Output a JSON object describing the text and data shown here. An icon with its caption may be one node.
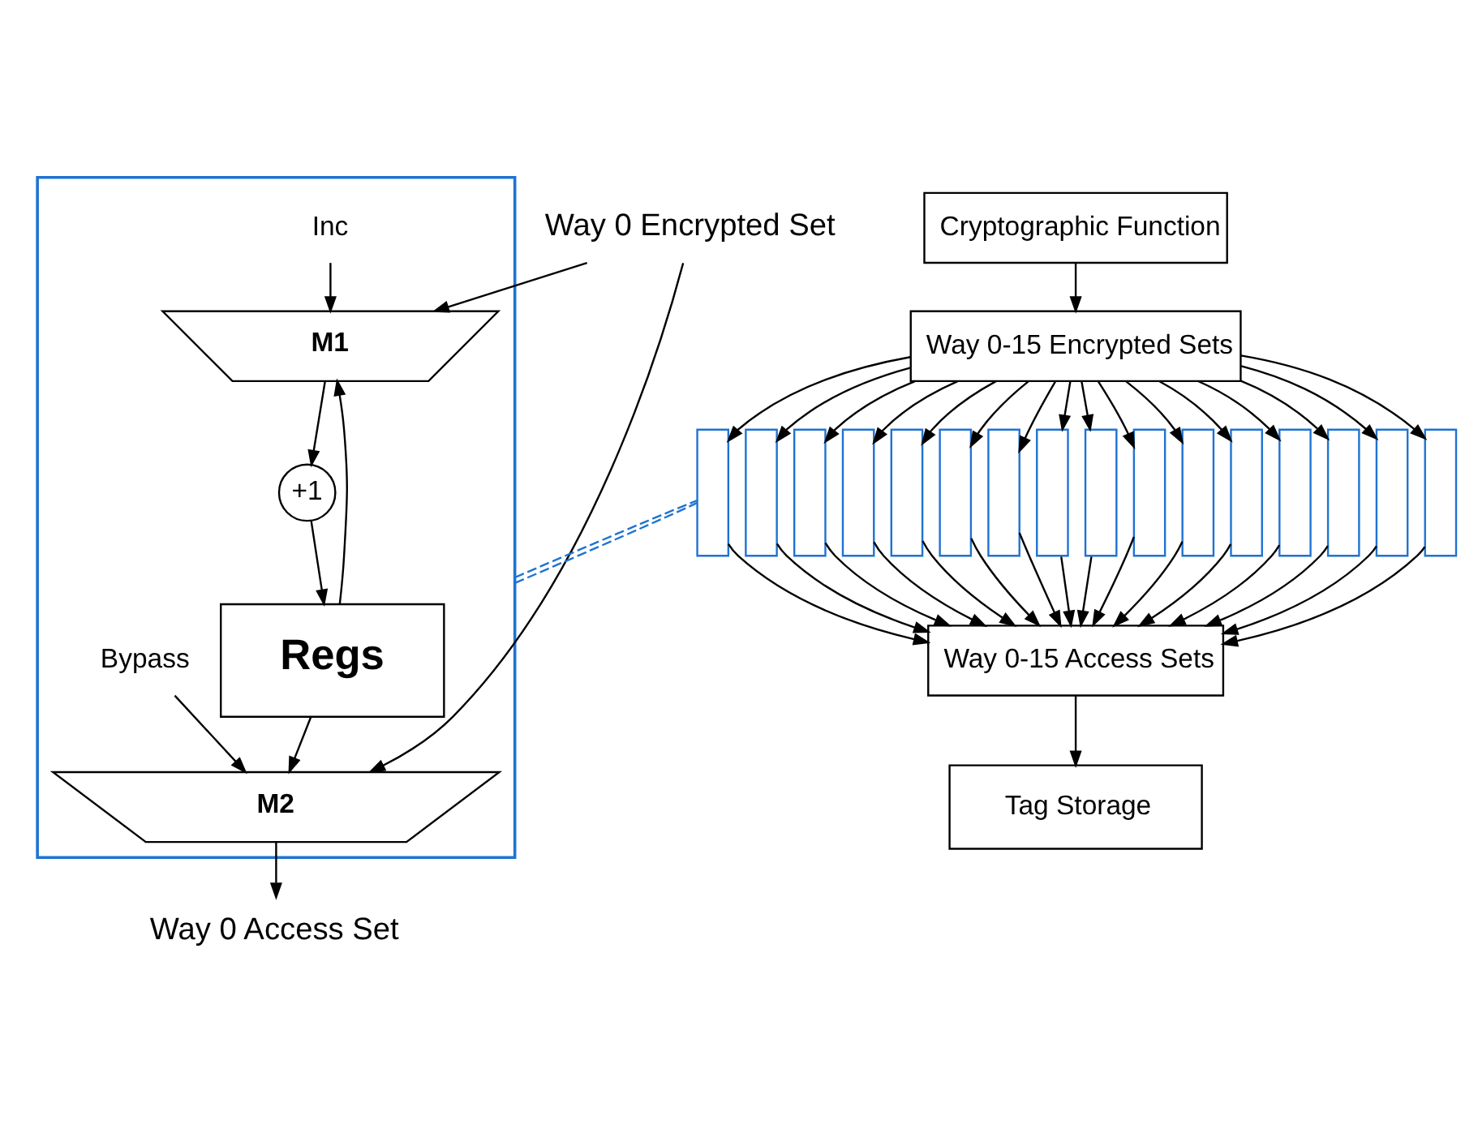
{
  "diagram": {
    "nodes": [
      {
        "text": [
          "Way 0 Encrypted Set"
        ]
      },
      {
        "text": [],
        "shape": "box"
      },
      {
        "text": [
          "M1"
        ],
        "in": 1
      },
      {
        "text": [
          "Inc"
        ],
        "in": 1
      },
      {
        "text": [
          "+1"
        ],
        "in": 1
      },
      {
        "text": [
          "Regs"
        ],
        "in": 1
      },
      {
        "text": [
          "M2"
        ],
        "in": 1
      },
      {
        "text": [
          "Bypass"
        ],
        "in": 1
      },
      {
        "text": [
          "Way 0 Access Set"
        ]
      },
      {
        "text": [
          "Cryptographic Function"
        ]
      },
      {
        "text": [
          "Way 0-15 Encrypted Sets"
        ]
      },
      {
        "text": [],
        "shape": "box"
      },
      {
        "text": [],
        "shape": "box"
      },
      {
        "text": [],
        "shape": "box"
      },
      {
        "text": [],
        "shape": "box"
      },
      {
        "text": [],
        "shape": "box"
      },
      {
        "text": [],
        "shape": "box"
      },
      {
        "text": [],
        "shape": "box"
      },
      {
        "text": [],
        "shape": "box"
      },
      {
        "text": [],
        "shape": "box"
      },
      {
        "text": [],
        "shape": "box"
      },
      {
        "text": [],
        "shape": "box"
      },
      {
        "text": [],
        "shape": "box"
      },
      {
        "text": [],
        "shape": "box"
      },
      {
        "text": [],
        "shape": "box"
      },
      {
        "text": [],
        "shape": "box"
      },
      {
        "text": [],
        "shape": "box"
      },
      {
        "text": [
          "Way 0-15 Access Sets"
        ]
      },
      {
        "text": [
          "Tag Storage"
        ]
      }
    ],
    "edges": [
      {
        "from": 0,
        "to": 2,
        "arrow": "to"
      },
      {
        "from": 0,
        "to": 6,
        "arrow": "to"
      },
      {
        "from": 3,
        "to": 2,
        "arrow": "to"
      },
      {
        "from": 2,
        "to": 4,
        "arrow": "to"
      },
      {
        "from": 4,
        "to": 5,
        "arrow": "to"
      },
      {
        "from": 5,
        "to": 2,
        "arrow": "to"
      },
      {
        "from": 5,
        "to": 6,
        "arrow": "to"
      },
      {
        "from": 7,
        "to": 6,
        "arrow": "to"
      },
      {
        "from": 6,
        "to": 8,
        "arrow": "to"
      },
      {
        "from": 9,
        "to": 10,
        "arrow": "to"
      },
      {
        "from": 10,
        "to": 11,
        "arrow": "to"
      },
      {
        "from": 10,
        "to": 12,
        "arrow": "to"
      },
      {
        "from": 10,
        "to": 13,
        "arrow": "to"
      },
      {
        "from": 10,
        "to": 14,
        "arrow": "to"
      },
      {
        "from": 10,
        "to": 15,
        "arrow": "to"
      },
      {
        "from": 10,
        "to": 16,
        "arrow": "to"
      },
      {
        "from": 10,
        "to": 17,
        "arrow": "to"
      },
      {
        "from": 10,
        "to": 18,
        "arrow": "to"
      },
      {
        "from": 10,
        "to": 19,
        "arrow": "to"
      },
      {
        "from": 10,
        "to": 20,
        "arrow": "to"
      },
      {
        "from": 10,
        "to": 21,
        "arrow": "to"
      },
      {
        "from": 10,
        "to": 22,
        "arrow": "to"
      },
      {
        "from": 10,
        "to": 23,
        "arrow": "to"
      },
      {
        "from": 10,
        "to": 24,
        "arrow": "to"
      },
      {
        "from": 10,
        "to": 25,
        "arrow": "to"
      },
      {
        "from": 10,
        "to": 26,
        "arrow": "to"
      },
      {
        "from": 11,
        "to": 27,
        "arrow": "to"
      },
      {
        "from": 12,
        "to": 27,
        "arrow": "to"
      },
      {
        "from": 13,
        "to": 27,
        "arrow": "to"
      },
      {
        "from": 14,
        "to": 27,
        "arrow": "to"
      },
      {
        "from": 15,
        "to": 27,
        "arrow": "to"
      },
      {
        "from": 16,
        "to": 27,
        "arrow": "to"
      },
      {
        "from": 17,
        "to": 27,
        "arrow": "to"
      },
      {
        "from": 18,
        "to": 27,
        "arrow": "to"
      },
      {
        "from": 19,
        "to": 27,
        "arrow": "to"
      },
      {
        "from": 20,
        "to": 27,
        "arrow": "to"
      },
      {
        "from": 21,
        "to": 27,
        "arrow": "to"
      },
      {
        "from": 22,
        "to": 27,
        "arrow": "to"
      },
      {
        "from": 23,
        "to": 27,
        "arrow": "to"
      },
      {
        "from": 24,
        "to": 27,
        "arrow": "to"
      },
      {
        "from": 25,
        "to": 27,
        "arrow": "to"
      },
      {
        "from": 26,
        "to": 27,
        "arrow": "to"
      },
      {
        "from": 27,
        "to": 28,
        "arrow": "to"
      },
      {
        "from": 1,
        "to": 11,
        "arrow": "none",
        "style": "dashed",
        "color": "#1e73d2"
      },
      {
        "from": 1,
        "to": 11,
        "arrow": "none",
        "style": "dashed",
        "color": "#1e73d2"
      }
    ]
  }
}
